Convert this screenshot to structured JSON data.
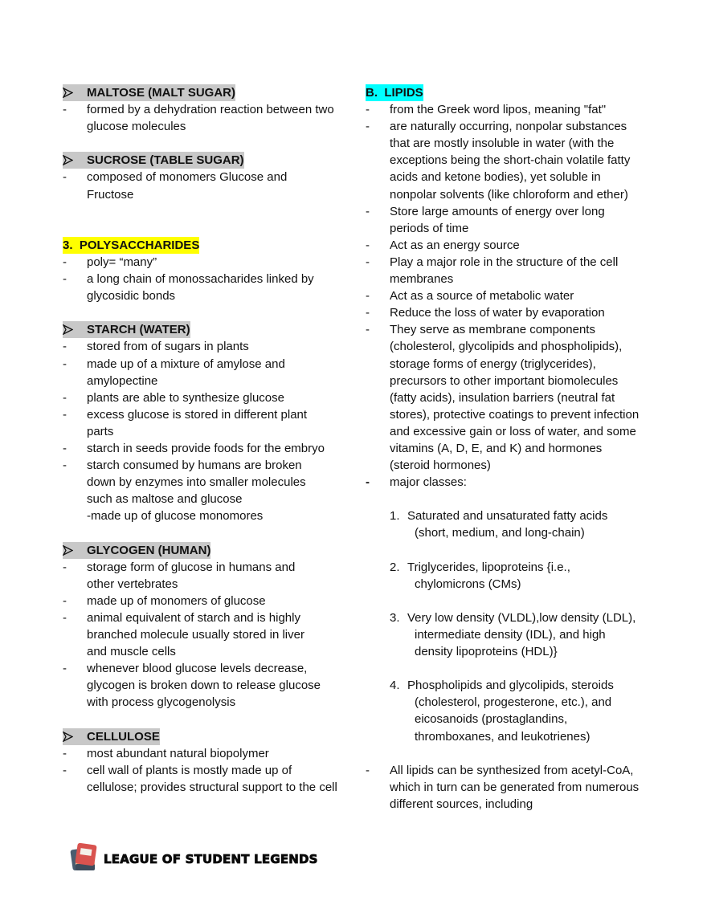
{
  "left_column": {
    "maltose": {
      "heading": "MALTOSE (MALT SUGAR)",
      "bullets": [
        "formed by a dehydration reaction between two glucose molecules"
      ]
    },
    "sucrose": {
      "heading": "SUCROSE (TABLE SUGAR)",
      "bullets": [
        "composed of monomers Glucose and Fructose"
      ]
    },
    "polysaccharides": {
      "heading": "3.  POLYSACCHARIDES",
      "bullets": [
        "poly= “many”",
        "a long chain of monossacharides linked by glycosidic bonds"
      ]
    },
    "starch": {
      "heading": "STARCH (WATER)",
      "bullets": [
        "stored from of sugars in plants",
        "made up of a mixture of amylose and amylopectine",
        "plants are able to synthesize glucose",
        "excess glucose is stored in different plant parts",
        "starch in seeds provide foods for the embryo",
        "starch consumed by humans are broken down by enzymes into smaller molecules such as maltose and glucose"
      ],
      "extra_line": "-made up of glucose monomores"
    },
    "glycogen": {
      "heading": "GLYCOGEN (HUMAN)",
      "bullets": [
        "storage form of glucose in humans and other vertebrates",
        "made up of monomers of glucose",
        "animal equivalent of starch and is highly branched molecule usually stored in liver and muscle cells",
        "whenever blood glucose levels decrease, glycogen is broken down to release glucose with process glycogenolysis"
      ]
    },
    "cellulose": {
      "heading": "CELLULOSE",
      "bullets": [
        "most abundant natural biopolymer",
        "cell wall of plants is mostly made up of cellulose; provides structural support to the cell"
      ]
    }
  },
  "right_column": {
    "lipids": {
      "heading": "B.  LIPIDS",
      "bullets": [
        "from the Greek word lipos, meaning \"fat\"",
        "are naturally occurring, nonpolar substances that are mostly insoluble in water (with the exceptions being the short-chain volatile fatty acids and ketone bodies), yet soluble in nonpolar solvents (like chloroform and ether)",
        "Store large amounts of energy over long periods of time",
        "Act as an energy source",
        "Play a major role in the structure of the cell membranes",
        "Act as a source of metabolic water",
        "Reduce the loss of water by evaporation",
        "They serve as membrane components (cholesterol, glycolipids and phospholipids), storage forms of energy (triglycerides), precursors to other important biomolecules (fatty acids), insulation barriers (neutral fat stores), protective coatings to prevent infection and excessive gain or loss of water, and some vitamins (A, D, E, and K) and hormones (steroid hormones)",
        "major classes:"
      ],
      "classes": [
        {
          "num": "1.",
          "first": "Saturated and unsaturated fatty acids",
          "rest": [
            "(short, medium, and long-chain)"
          ]
        },
        {
          "num": "2.",
          "first": "Triglycerides, lipoproteins {i.e.,",
          "rest": [
            "chylomicrons (CMs)"
          ]
        },
        {
          "num": "3.",
          "first": "Very low density (VLDL),low density (LDL),",
          "rest": [
            "intermediate density (IDL), and high",
            "density lipoproteins (HDL)}"
          ]
        },
        {
          "num": "4.",
          "first": "Phospholipids and glycolipids, steroids",
          "rest": [
            "(cholesterol, progesterone, etc.), and",
            "eicosanoids (prostaglandins,",
            "thromboxanes, and leukotrienes)"
          ]
        }
      ],
      "final_bullet": "All lipids can be synthesized from acetyl-CoA, which in turn can be generated from numerous different sources, including"
    }
  },
  "footer": {
    "brand": "LEAGUE OF STUDENT LEGENDS",
    "logo_icon": "book-stack-icon"
  },
  "colors": {
    "heading_gray": "#c8c8c8",
    "heading_yellow": "#ffff00",
    "heading_cyan": "#00ffff"
  }
}
